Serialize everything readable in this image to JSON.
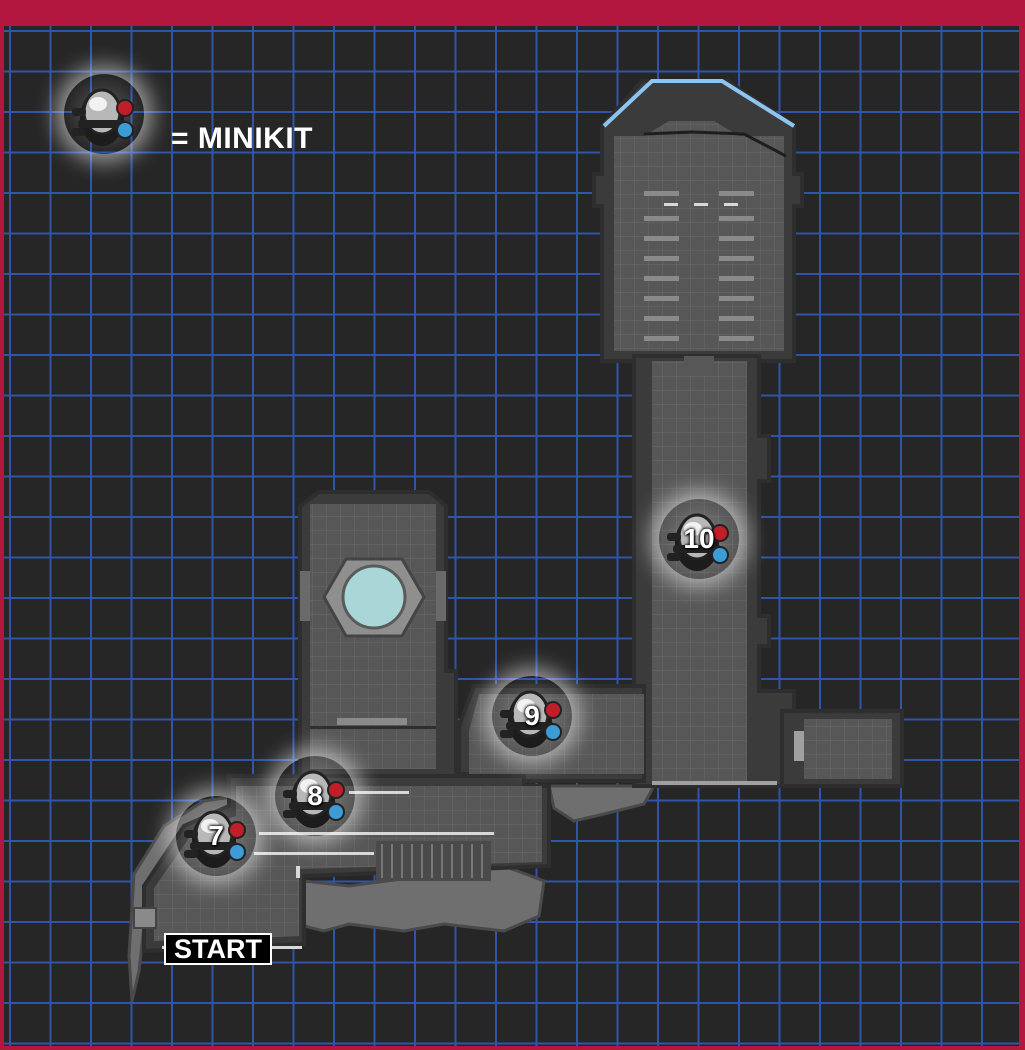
{
  "legend": {
    "label": "= MINIKIT",
    "icon": "minikit-icon"
  },
  "start": {
    "label": "START"
  },
  "minikits": [
    {
      "number": "7"
    },
    {
      "number": "8"
    },
    {
      "number": "9"
    },
    {
      "number": "10"
    }
  ],
  "colors": {
    "frame": "#b3173f",
    "background": "#262626",
    "grid": "#2f54a8",
    "floor": "#555555",
    "wall": "#3a3a3a",
    "rock": "#6e6e6e",
    "window": "#a9d6d6",
    "door_red": "#c22030",
    "glass_blue": "#8ec5f0"
  }
}
